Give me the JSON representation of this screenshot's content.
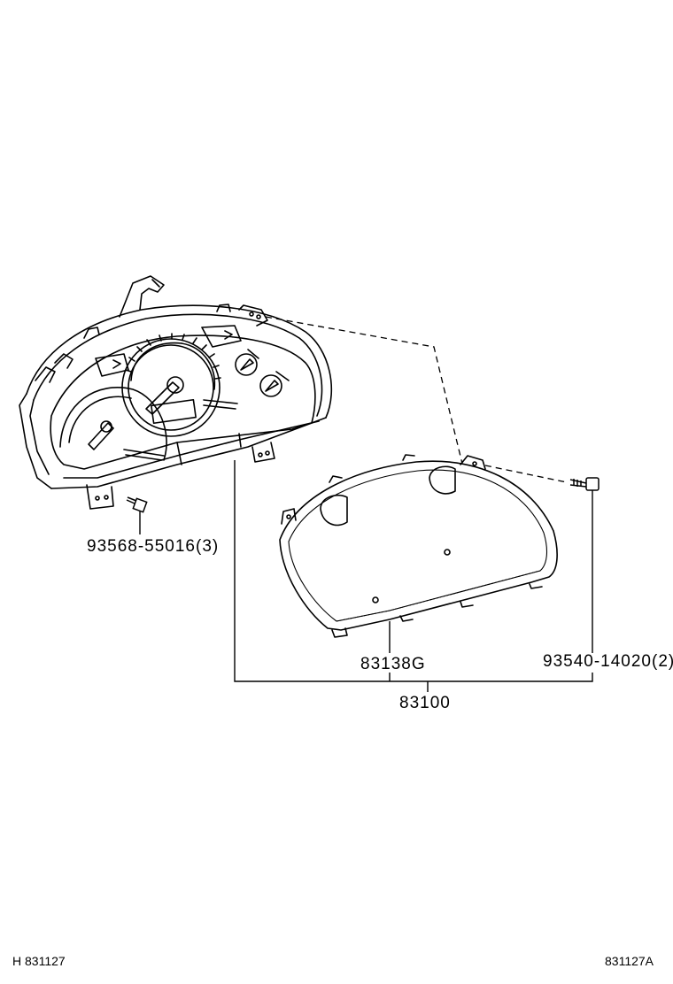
{
  "parts": {
    "screw_left": "93568-55016(3)",
    "glass": "83138G",
    "screw_right": "93540-14020(2)",
    "assembly": "83100"
  },
  "footer": {
    "left": "H 831127",
    "right": "831127A"
  }
}
